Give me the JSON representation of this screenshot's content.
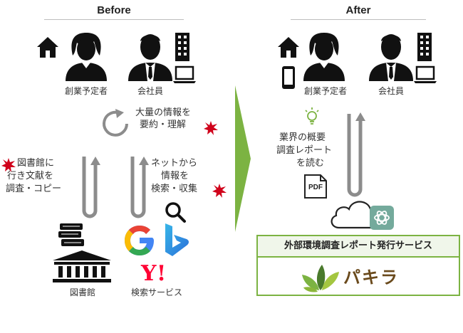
{
  "before": {
    "title": "Before",
    "persons": [
      "創業予定者",
      "会社員"
    ],
    "understand_text": [
      "大量の情報を",
      "要約・理解"
    ],
    "library_text": [
      "図書館に",
      "行き文献を",
      "調査・コピー"
    ],
    "net_text": [
      "ネットから",
      "情報を",
      "検索・収集"
    ],
    "library_label": "図書館",
    "search_label": "検索サービス"
  },
  "after": {
    "title": "After",
    "persons": [
      "創業予定者",
      "会社員"
    ],
    "report_text": [
      "業界の概要",
      "調査レポート",
      "を読む"
    ],
    "pdf_label": "PDF",
    "service_title": "外部環境調査レポート発行サービス",
    "brand_name": "パキラ"
  },
  "icons": [
    "house-icon",
    "person-female-icon",
    "person-male-icon",
    "building-icon",
    "laptop-icon",
    "smartphone-icon",
    "cycle-icon",
    "lightbulb-icon",
    "pdf-icon",
    "cloud-icon",
    "chatgpt-icon",
    "books-icon",
    "library-building-icon",
    "google-logo",
    "bing-logo",
    "yahoo-logo",
    "magnifier-icon",
    "burst-icon",
    "leaf-logo"
  ],
  "colors": {
    "arrow": "#8c8c8c",
    "transition_arrow": "#7cb342",
    "burst": "#d0021b",
    "box_border": "#7cb342",
    "brand_text": "#6a4a1c"
  }
}
